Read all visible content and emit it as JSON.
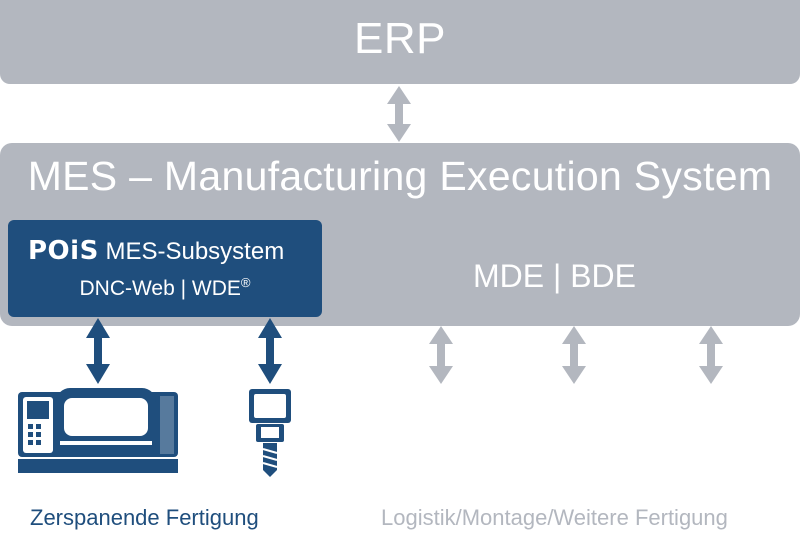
{
  "erp": {
    "title": "ERP"
  },
  "mes": {
    "title": "MES – Manufacturing Execution System",
    "right_label": "MDE | BDE"
  },
  "pois": {
    "logo": "POiS",
    "line1": "MES-Subsystem",
    "line2": "DNC-Web | WDE",
    "line2_sup": "®"
  },
  "captions": {
    "left": "Zerspanende Fertigung",
    "right": "Logistik/Montage/Weitere Fertigung"
  },
  "colors": {
    "gray": "#b3b7bf",
    "blue": "#1f4e7d",
    "white": "#ffffff"
  },
  "icons": [
    "cnc-machine-icon",
    "spindle-tool-icon"
  ]
}
